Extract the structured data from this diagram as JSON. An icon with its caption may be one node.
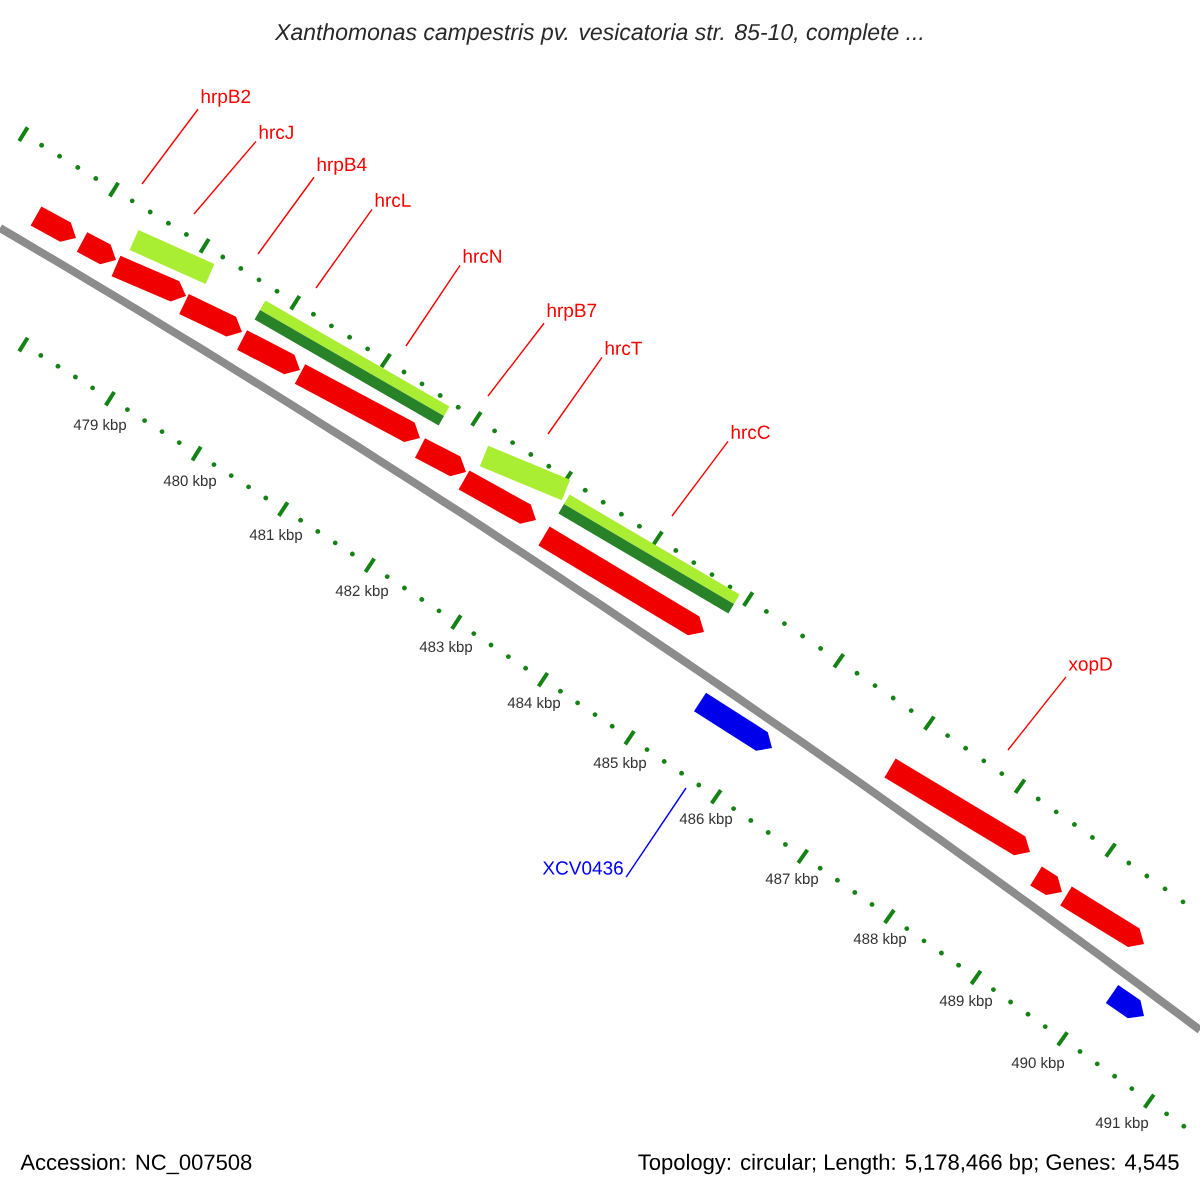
{
  "diagram": {
    "title": "Xanthomonas campestris pv. vesicatoria str. 85-10, complete ...",
    "nodes": [
      {
        "text": [
          "hrpB2"
        ]
      },
      {
        "text": [
          "hrcJ"
        ]
      },
      {
        "text": [
          "hrpB4"
        ]
      },
      {
        "text": [
          "hrcL"
        ]
      },
      {
        "text": [
          "hrcN"
        ]
      },
      {
        "text": [
          "hrpB7"
        ]
      },
      {
        "text": [
          "hrcT"
        ]
      },
      {
        "text": [
          "hrcC"
        ]
      },
      {
        "text": [
          "xopD"
        ]
      },
      {
        "text": [
          "XCV0436"
        ]
      }
    ],
    "edges": [
      {
        "from": 0,
        "to": null,
        "arrow": "none"
      },
      {
        "from": 1,
        "to": null,
        "arrow": "none"
      },
      {
        "from": 2,
        "to": null,
        "arrow": "none"
      },
      {
        "from": 3,
        "to": null,
        "arrow": "none"
      },
      {
        "from": 4,
        "to": null,
        "arrow": "none"
      },
      {
        "from": 5,
        "to": null,
        "arrow": "none"
      },
      {
        "from": 6,
        "to": null,
        "arrow": "none"
      },
      {
        "from": 7,
        "to": null,
        "arrow": "none"
      },
      {
        "from": 8,
        "to": null,
        "arrow": "none"
      },
      {
        "from": 9,
        "to": null,
        "arrow": "none",
        "color": "#0000ff"
      }
    ],
    "labels": [
      "479 kbp",
      "480 kbp",
      "481 kbp",
      "482 kbp",
      "483 kbp",
      "484 kbp",
      "485 kbp",
      "486 kbp",
      "487 kbp",
      "488 kbp",
      "489 kbp",
      "490 kbp",
      "491 kbp",
      "Accession: NC_007508",
      "Topology: circular; Length: 5,178,466 bp; Genes: 4,545"
    ]
  }
}
